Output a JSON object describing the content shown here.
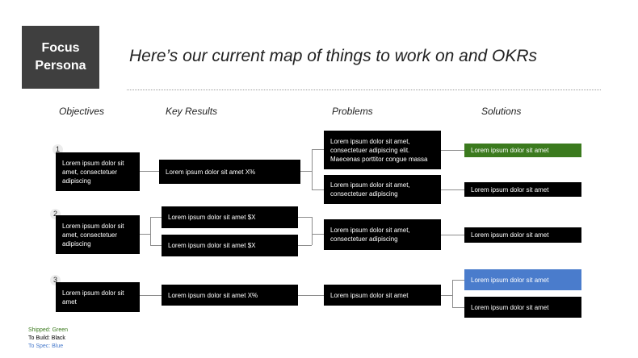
{
  "persona": {
    "line1": "Focus",
    "line2": "Persona"
  },
  "title": "Here’s our current map of things to work on and OKRs",
  "columns": [
    "Objectives",
    "Key Results",
    "Problems",
    "Solutions"
  ],
  "groups": [
    {
      "number": "1",
      "objective": "Lorem ipsum dolor sit amet, consectetuer adipiscing",
      "key_results": [
        "Lorem ipsum dolor sit amet X%"
      ],
      "problems": [
        "Lorem ipsum dolor sit amet, consectetuer adipiscing elit. Maecenas porttitor congue massa",
        "Lorem ipsum dolor sit amet, consectetuer adipiscing"
      ],
      "solutions": [
        {
          "text": "Lorem ipsum dolor sit amet",
          "status": "shipped"
        },
        {
          "text": "Lorem ipsum dolor sit amet",
          "status": "build"
        }
      ]
    },
    {
      "number": "2",
      "objective": "Lorem ipsum dolor sit amet, consectetuer adipiscing",
      "key_results": [
        "Lorem ipsum dolor sit amet $X",
        "Lorem ipsum dolor sit amet $X"
      ],
      "problems": [
        "Lorem ipsum dolor sit amet, consectetuer adipiscing"
      ],
      "solutions": [
        {
          "text": "Lorem ipsum dolor sit amet",
          "status": "build"
        }
      ]
    },
    {
      "number": "3",
      "objective": "Lorem ipsum dolor sit amet",
      "key_results": [
        "Lorem ipsum dolor sit amet X%"
      ],
      "problems": [
        "Lorem ipsum dolor sit amet"
      ],
      "solutions": [
        {
          "text": "Lorem ipsum dolor sit amet",
          "status": "spec"
        },
        {
          "text": "Lorem ipsum dolor sit amet",
          "status": "build"
        }
      ]
    }
  ],
  "legend": {
    "shipped": "Shipped: Green",
    "build": "To Build: Black",
    "spec": "To Spec: Blue"
  },
  "colors": {
    "shipped": "#3b7a1e",
    "build": "#000000",
    "spec": "#4a7ccc"
  }
}
